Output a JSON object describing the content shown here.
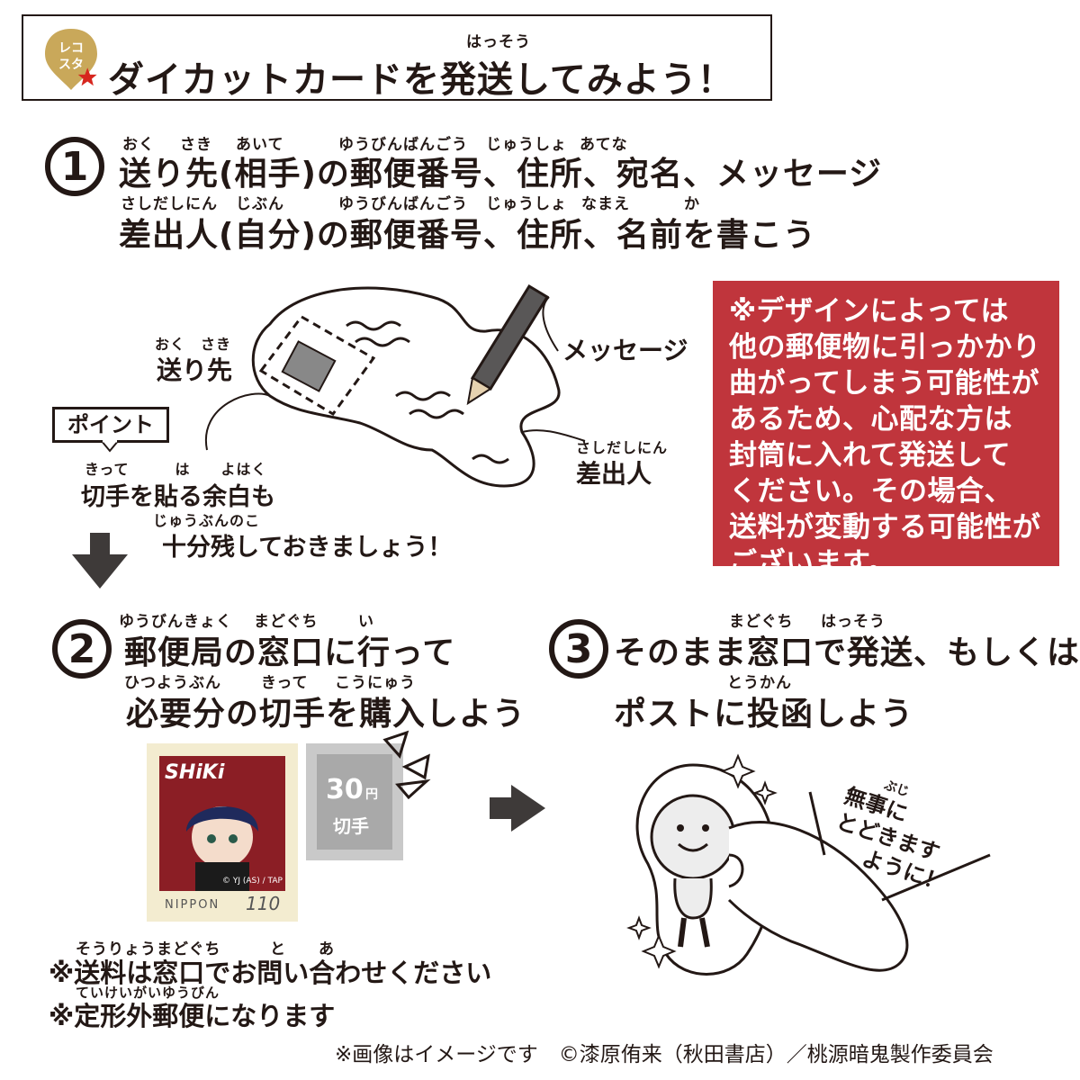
{
  "header": {
    "logo_text": "レコスタ",
    "title": "ダイカットカードを発送してみよう！",
    "title_ruby": "はっそう"
  },
  "step1": {
    "number": "1",
    "line1_ruby": [
      "おく",
      "さき",
      "あいて",
      "ゆうびんばんごう",
      "じゅうしょ",
      "あてな"
    ],
    "line1": "送り先(相手)の郵便番号、住所、宛名、メッセージ",
    "line2_ruby": [
      "さしだしにん",
      "じぶん",
      "ゆうびんばんごう",
      "じゅうしょ",
      "なまえ",
      "か"
    ],
    "line2": "差出人(自分)の郵便番号、住所、名前を書こう"
  },
  "diagram": {
    "recipient_ruby": "おく　さき",
    "recipient": "送り先",
    "message": "メッセージ",
    "sender_ruby": "さしだしにん",
    "sender": "差出人",
    "point_label": "ポイント",
    "tip_ruby1": "きって　　　は　　よはく",
    "tip_line1": "切手を貼る余白も",
    "tip_ruby2": "じゅうぶんのこ",
    "tip_line2": "十分残しておきましょう！"
  },
  "red_note": {
    "lines": [
      "※デザインによっては",
      "他の郵便物に引っかかり",
      "曲がってしまう可能性が",
      "あるため、心配な方は",
      "封筒に入れて発送して",
      "ください。その場合、",
      "送料が変動する可能性が",
      "ございます。"
    ],
    "bg_color": "#c0353c"
  },
  "step2": {
    "number": "2",
    "line1_ruby": [
      "ゆうびんきょく",
      "まどぐち",
      "い"
    ],
    "line1": "郵便局の窓口に行って",
    "line2_ruby": [
      "ひつようぶん",
      "きって",
      "こうにゅう"
    ],
    "line2": "必要分の切手を購入しよう"
  },
  "step3": {
    "number": "3",
    "line1_ruby": [
      "まどぐち",
      "はっそう"
    ],
    "line1": "そのまま窓口で発送、もしくは",
    "line2_ruby": [
      "とうかん"
    ],
    "line2": "ポストに投函しよう"
  },
  "stamps": {
    "main_name": "SHiKi",
    "main_country": "NIPPON",
    "main_value": "110",
    "main_credit": "© YJ (AS) / TAP",
    "small_value": "30",
    "small_unit": "円",
    "small_label": "切手"
  },
  "speech": {
    "ruby": "ぶじ",
    "lines": [
      "無事に",
      "とどきます",
      "ように！"
    ]
  },
  "notes": {
    "line1_ruby": [
      "そうりょう",
      "まどぐち",
      "と",
      "あ"
    ],
    "line1": "※送料は窓口でお問い合わせください",
    "line2_ruby": "ていけいがいゆうびん",
    "line2": "※定形外郵便になります"
  },
  "footer": "※画像はイメージです　©漆原侑来（秋田書店）／桃源暗鬼製作委員会"
}
